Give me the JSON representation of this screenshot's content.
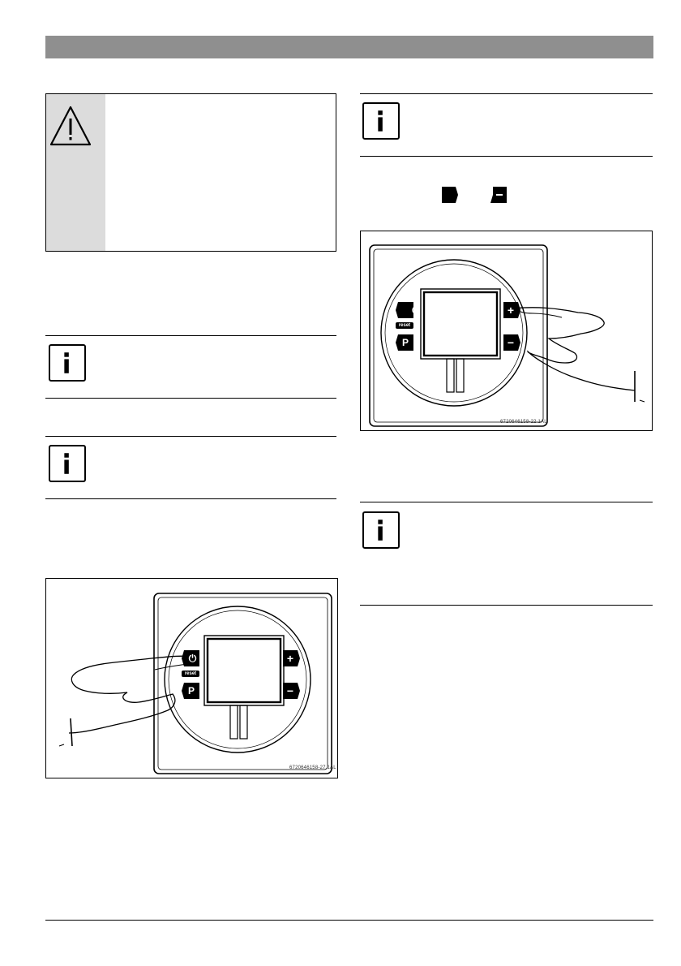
{
  "figures": {
    "left_code": "6720646158-27.1AL",
    "right_code": "6720646158-22.1AL"
  },
  "keys": {
    "power": "⏻",
    "reset": "reset",
    "p": "P",
    "plus": "+",
    "minus": "−"
  },
  "colors": {
    "header_bar": "#8f8f8f",
    "warning_sidebar": "#dcdcdc",
    "ink": "#000000"
  }
}
